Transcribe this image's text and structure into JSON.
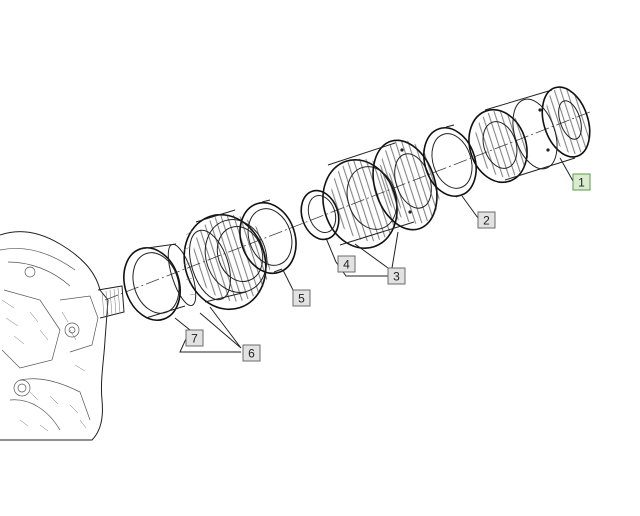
{
  "callouts": [
    {
      "id": "1",
      "label": "1",
      "highlight": true
    },
    {
      "id": "2",
      "label": "2",
      "highlight": false
    },
    {
      "id": "3",
      "label": "3",
      "highlight": false
    },
    {
      "id": "4",
      "label": "4",
      "highlight": false
    },
    {
      "id": "5",
      "label": "5",
      "highlight": false
    },
    {
      "id": "6",
      "label": "6",
      "highlight": false
    },
    {
      "id": "7",
      "label": "7",
      "highlight": false
    }
  ],
  "colors": {
    "highlight_fill": "#d9ecd0",
    "highlight_stroke": "#5a9a4a",
    "label_fill": "#e2e2e2",
    "label_stroke": "#6b6b6b",
    "line": "#222222"
  }
}
